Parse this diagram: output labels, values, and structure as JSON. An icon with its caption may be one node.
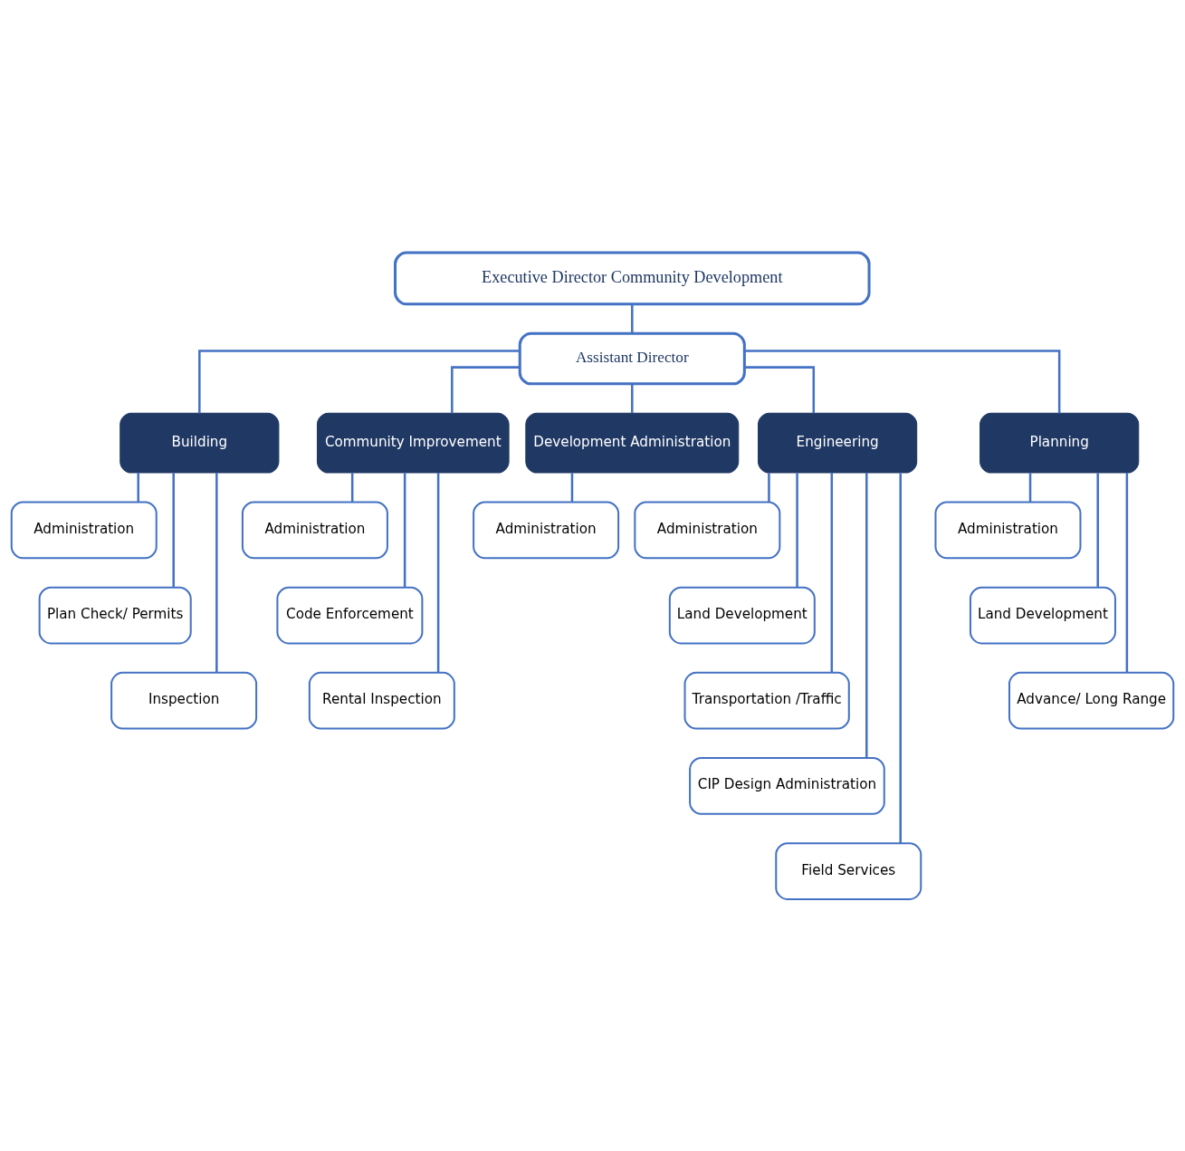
{
  "diagram": {
    "nodes": [
      {
        "text": [
          "Executive Director Community Development"
        ]
      },
      {
        "text": [
          "Assistant Director"
        ]
      },
      {
        "text": [
          "Building"
        ]
      },
      {
        "text": [
          "Community Improvement"
        ]
      },
      {
        "text": [
          "Development Administration"
        ]
      },
      {
        "text": [
          "Engineering"
        ]
      },
      {
        "text": [
          "Planning"
        ]
      },
      {
        "text": [
          "Administration"
        ]
      },
      {
        "text": [
          "Plan Check/ Permits"
        ]
      },
      {
        "text": [
          "Inspection"
        ]
      },
      {
        "text": [
          "Administration"
        ]
      },
      {
        "text": [
          "Code Enforcement"
        ]
      },
      {
        "text": [
          "Rental Inspection"
        ]
      },
      {
        "text": [
          "Administration"
        ]
      },
      {
        "text": [
          "Administration"
        ]
      },
      {
        "text": [
          "Land Development"
        ]
      },
      {
        "text": [
          "Transportation /Traffic"
        ]
      },
      {
        "text": [
          "CIP Design Administration"
        ]
      },
      {
        "text": [
          "Field Services"
        ]
      },
      {
        "text": [
          "Administration"
        ]
      },
      {
        "text": [
          "Land Development"
        ]
      },
      {
        "text": [
          "Advance/ Long Range"
        ]
      }
    ],
    "edges": [
      {
        "from": 0,
        "to": 1,
        "arrow": "none"
      },
      {
        "from": 1,
        "to": 2,
        "arrow": "none"
      },
      {
        "from": 1,
        "to": 3,
        "arrow": "none"
      },
      {
        "from": 1,
        "to": 4,
        "arrow": "none"
      },
      {
        "from": 1,
        "to": 5,
        "arrow": "none"
      },
      {
        "from": 1,
        "to": 6,
        "arrow": "none"
      },
      {
        "from": 2,
        "to": 7,
        "arrow": "none"
      },
      {
        "from": 2,
        "to": 8,
        "arrow": "none"
      },
      {
        "from": 2,
        "to": 9,
        "arrow": "none"
      },
      {
        "from": 3,
        "to": 10,
        "arrow": "none"
      },
      {
        "from": 3,
        "to": 11,
        "arrow": "none"
      },
      {
        "from": 3,
        "to": 12,
        "arrow": "none"
      },
      {
        "from": 4,
        "to": 13,
        "arrow": "none"
      },
      {
        "from": 5,
        "to": 14,
        "arrow": "none"
      },
      {
        "from": 5,
        "to": 15,
        "arrow": "none"
      },
      {
        "from": 5,
        "to": 16,
        "arrow": "none"
      },
      {
        "from": 5,
        "to": 17,
        "arrow": "none"
      },
      {
        "from": 5,
        "to": 18,
        "arrow": "none"
      },
      {
        "from": 6,
        "to": 19,
        "arrow": "none"
      },
      {
        "from": 6,
        "to": 20,
        "arrow": "none"
      },
      {
        "from": 6,
        "to": 21,
        "arrow": "none"
      }
    ]
  }
}
